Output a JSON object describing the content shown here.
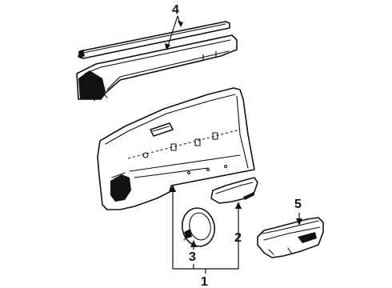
{
  "callouts": {
    "c1": "1",
    "c2": "2",
    "c3": "3",
    "c4": "4",
    "c5": "5"
  },
  "colors": {
    "ink": "#111111",
    "background": "#ffffff"
  }
}
